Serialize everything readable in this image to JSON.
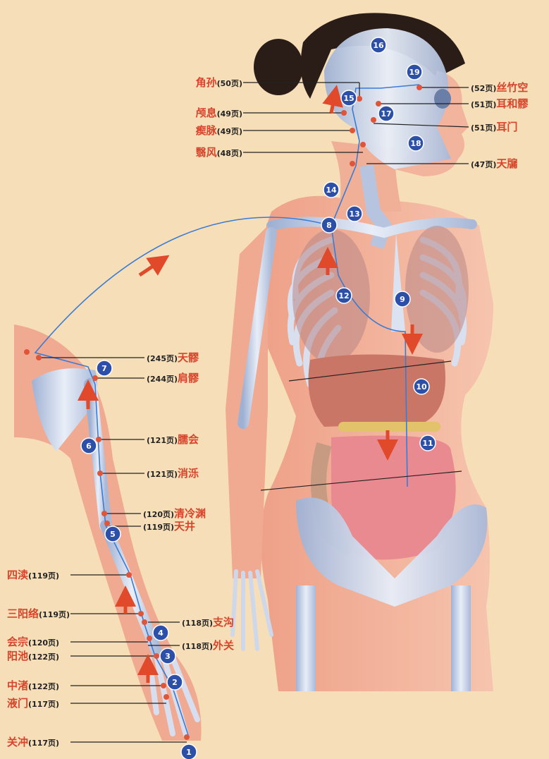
{
  "acupoints_left_top": [
    {
      "name": "角孙",
      "page": "(50页)"
    },
    {
      "name": "颅息",
      "page": "(49页)"
    },
    {
      "name": "瘈脉",
      "page": "(49页)"
    },
    {
      "name": "翳风",
      "page": "(48页)"
    }
  ],
  "acupoints_right_top": [
    {
      "name": "丝竹空",
      "page": "(52页)"
    },
    {
      "name": "耳和髎",
      "page": "(51页)"
    },
    {
      "name": "耳门",
      "page": "(51页)"
    },
    {
      "name": "天牖",
      "page": "(47页)"
    }
  ],
  "acupoints_arm_right": [
    {
      "name": "天髎",
      "page": "(245页)"
    },
    {
      "name": "肩髎",
      "page": "(244页)"
    },
    {
      "name": "臑会",
      "page": "(121页)"
    },
    {
      "name": "消泺",
      "page": "(121页)"
    },
    {
      "name": "清冷渊",
      "page": "(120页)"
    },
    {
      "name": "天井",
      "page": "(119页)"
    },
    {
      "name": "支沟",
      "page": "(118页)"
    },
    {
      "name": "外关",
      "page": "(118页)"
    }
  ],
  "acupoints_arm_left": [
    {
      "name": "四渎",
      "page": "(119页)"
    },
    {
      "name": "三阳络",
      "page": "(119页)"
    },
    {
      "name": "会宗",
      "page": "(120页)"
    },
    {
      "name": "阳池",
      "page": "(122页)"
    },
    {
      "name": "中渚",
      "page": "(122页)"
    },
    {
      "name": "液门",
      "page": "(117页)"
    },
    {
      "name": "关冲",
      "page": "(117页)"
    }
  ],
  "markers": [
    "1",
    "2",
    "3",
    "4",
    "5",
    "6",
    "7",
    "8",
    "9",
    "10",
    "11",
    "12",
    "13",
    "14",
    "15",
    "16",
    "17",
    "18",
    "19"
  ],
  "colors": {
    "background": "#f6dfb8",
    "skin": "#f2b49c",
    "bone": "#c9d3e6",
    "meridian": "#3a7bd5",
    "accent": "#d8432b",
    "marker": "#2c4fa8"
  }
}
